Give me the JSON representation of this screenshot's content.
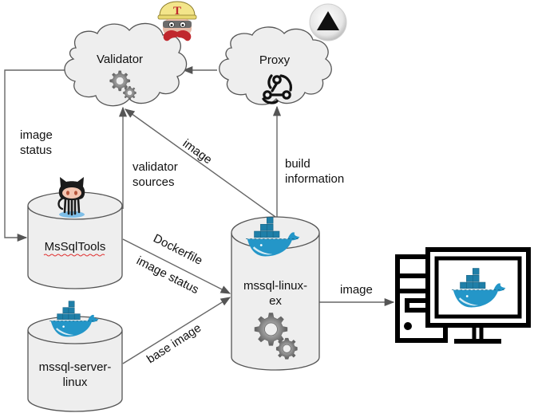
{
  "diagram": {
    "nodes": {
      "validator": {
        "label": "Validator",
        "shape": "cloud",
        "icons": [
          "travis-ci-mascot-icon",
          "gears-icon"
        ]
      },
      "proxy": {
        "label": "Proxy",
        "shape": "cloud",
        "icons": [
          "triangle-logo-icon",
          "webhook-icon"
        ]
      },
      "mssqltools": {
        "label": "MsSqlTools",
        "shape": "cylinder",
        "icons": [
          "github-octocat-icon"
        ],
        "spellcheck_underline": true
      },
      "mssql_server_linux": {
        "label_line1": "mssql-server-",
        "label_line2": "linux",
        "shape": "cylinder",
        "icons": [
          "docker-whale-icon"
        ]
      },
      "mssql_linux_ex": {
        "label_line1": "mssql-linux-",
        "label_line2": "ex",
        "shape": "cylinder",
        "icons": [
          "docker-whale-icon",
          "gears-icon"
        ]
      },
      "computer": {
        "label": "",
        "shape": "desktop-computer",
        "icons": [
          "desktop-computer-icon",
          "docker-whale-icon"
        ]
      }
    },
    "edges": [
      {
        "from": "validator",
        "to": "mssqltools",
        "label_line1": "image",
        "label_line2": "status"
      },
      {
        "from": "proxy",
        "to": "validator",
        "label": ""
      },
      {
        "from": "mssqltools",
        "to": "validator",
        "label_line1": "validator",
        "label_line2": "sources"
      },
      {
        "from": "mssql_linux_ex",
        "to": "validator",
        "label": "image"
      },
      {
        "from": "mssql_linux_ex",
        "to": "proxy",
        "label_line1": "build",
        "label_line2": "information"
      },
      {
        "from": "mssqltools",
        "to": "mssql_linux_ex",
        "label": "Dockerfile"
      },
      {
        "from": "mssqltools",
        "to": "mssql_linux_ex",
        "label": "image status"
      },
      {
        "from": "mssql_server_linux",
        "to": "mssql_linux_ex",
        "label": "base image"
      },
      {
        "from": "mssql_linux_ex",
        "to": "computer",
        "label": "image"
      }
    ],
    "colors": {
      "node_fill": "#eeeeee",
      "node_stroke": "#555555",
      "edge": "#666666",
      "docker_blue": "#2496c8",
      "spellcheck": "#e03030"
    }
  }
}
